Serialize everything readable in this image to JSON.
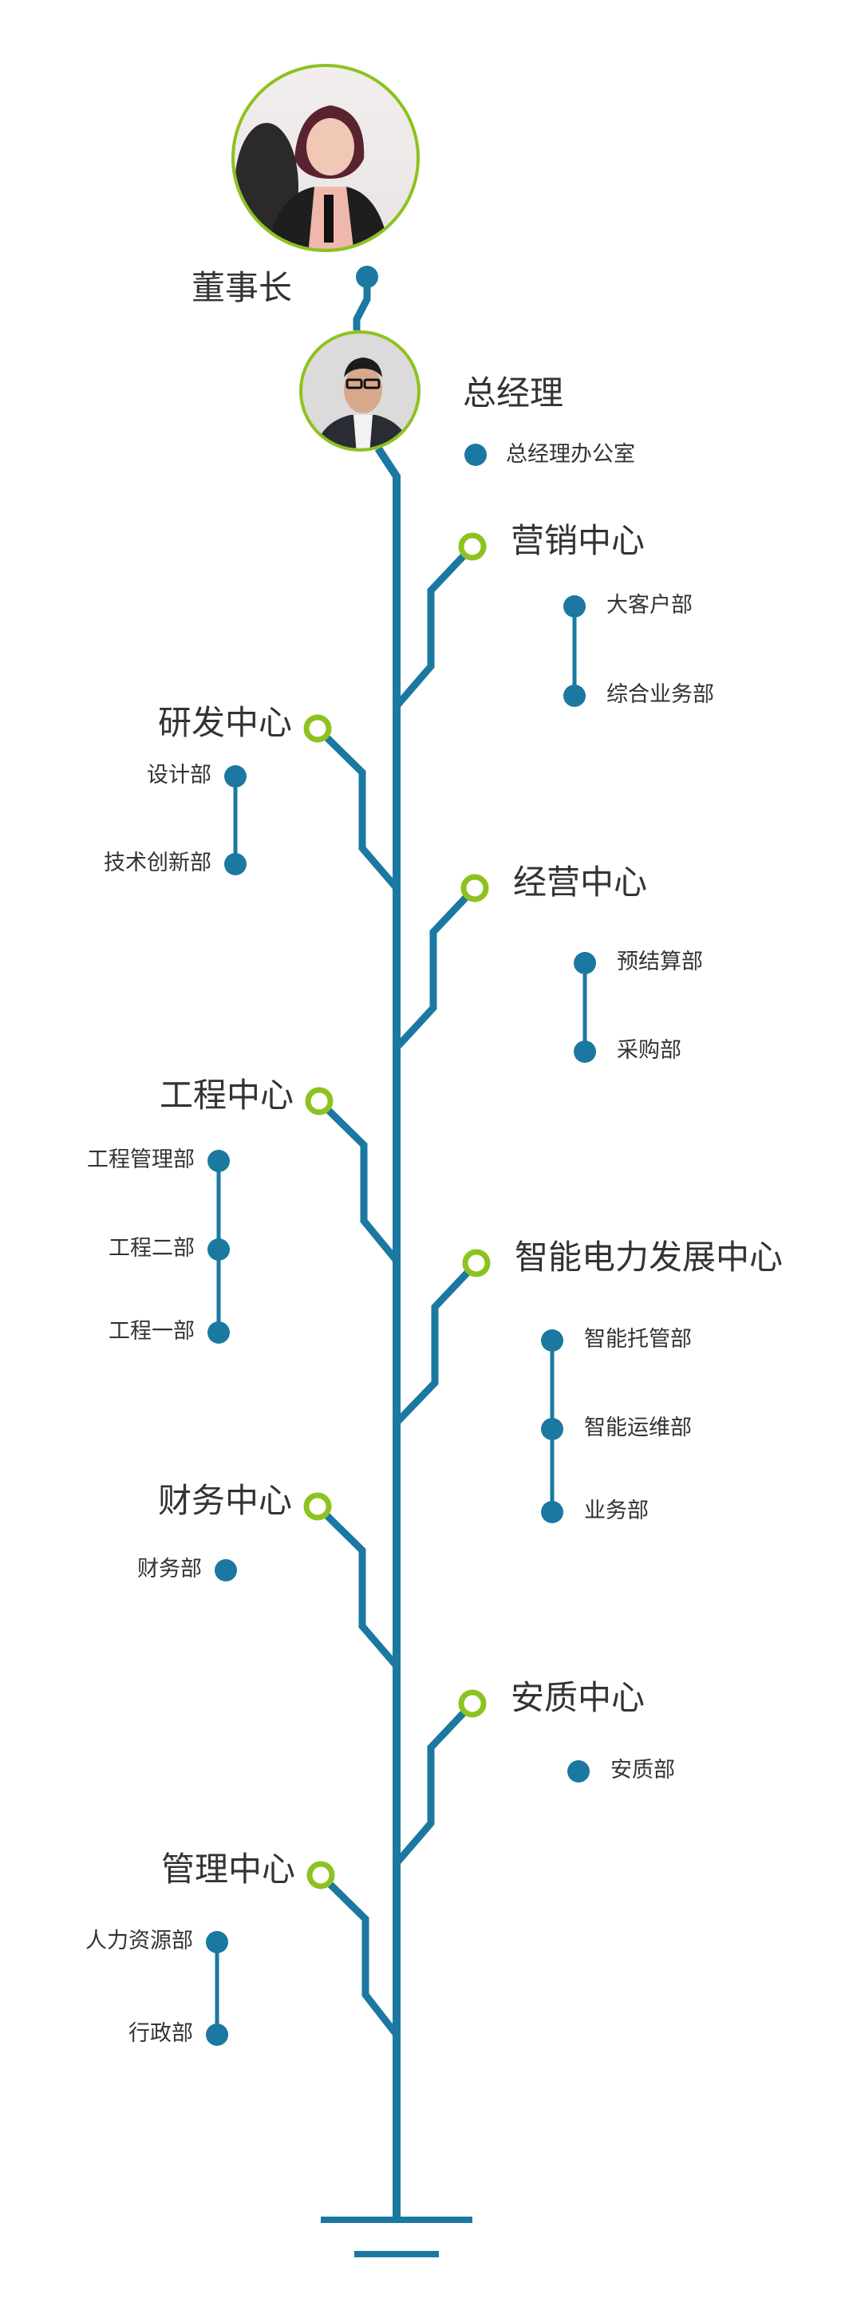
{
  "colors": {
    "line": "#1b78a1",
    "ring": "#8dc21f",
    "text": "#333333"
  },
  "chairman": {
    "title": "董事长",
    "photo": "chairman-portrait"
  },
  "general_manager": {
    "title": "总经理",
    "photo": "general-manager-portrait",
    "departments": [
      "总经理办公室"
    ]
  },
  "centers": [
    {
      "name": "营销中心",
      "side": "right",
      "departments": [
        "大客户部",
        "综合业务部"
      ]
    },
    {
      "name": "研发中心",
      "side": "left",
      "departments": [
        "设计部",
        "技术创新部"
      ]
    },
    {
      "name": "经营中心",
      "side": "right",
      "departments": [
        "预结算部",
        "采购部"
      ]
    },
    {
      "name": "工程中心",
      "side": "left",
      "departments": [
        "工程管理部",
        "工程二部",
        "工程一部"
      ]
    },
    {
      "name": "智能电力发展中心",
      "side": "right",
      "departments": [
        "智能托管部",
        "智能运维部",
        "业务部"
      ]
    },
    {
      "name": "财务中心",
      "side": "left",
      "departments": [
        "财务部"
      ]
    },
    {
      "name": "安质中心",
      "side": "right",
      "departments": [
        "安质部"
      ]
    },
    {
      "name": "管理中心",
      "side": "left",
      "departments": [
        "人力资源部",
        "行政部"
      ]
    }
  ]
}
